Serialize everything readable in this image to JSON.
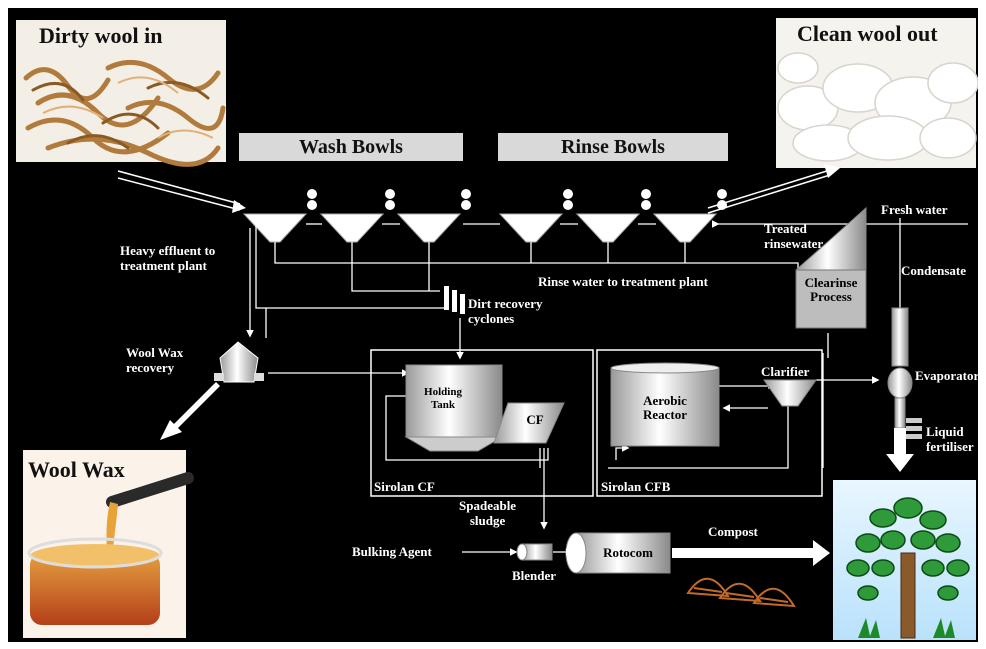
{
  "header": {
    "dirty_wool_in": "Dirty wool in",
    "clean_wool_out": "Clean wool out",
    "wash_bowls": "Wash Bowls",
    "rinse_bowls": "Rinse Bowls"
  },
  "labels": {
    "heavy_effluent": "Heavy effluent to\ntreatment plant",
    "wool_wax_recovery": "Wool Wax\nrecovery",
    "dirt_recovery": "Dirt recovery\ncyclones",
    "rinse_water": "Rinse water to treatment plant",
    "treated_rinsewater": "Treated\nrinsewater",
    "fresh_water": "Fresh water",
    "condensate": "Condensate",
    "clearinse_process": "Clearinse\nProcess",
    "holding_tank": "Holding\nTank",
    "cf": "CF",
    "aerobic_reactor": "Aerobic\nReactor",
    "clarifier": "Clarifier",
    "evaporator": "Evaporator",
    "liquid_fertiliser": "Liquid\nfertiliser",
    "sirolan_cf": "Sirolan CF",
    "sirolan_cfb": "Sirolan CFB",
    "spadeable_sludge": "Spadeable\nsludge",
    "bulking_agent": "Bulking Agent",
    "blender": "Blender",
    "rotocom": "Rotocom",
    "compost": "Compost",
    "wool_wax": "Wool Wax"
  }
}
